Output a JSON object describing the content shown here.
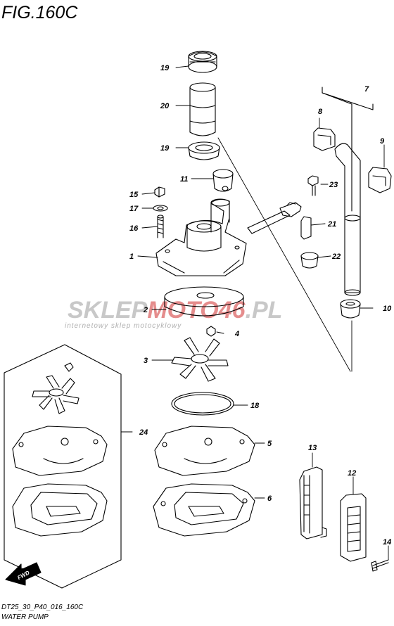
{
  "figure": {
    "title": "FIG.160C",
    "code": "DT25_30_P40_016_160C",
    "caption": "WATER PUMP"
  },
  "watermark": {
    "brand_part1": "SKLEP",
    "brand_part2": "MOTO",
    "brand_part3": "46",
    "brand_part4": ".PL",
    "tagline": "internetowy sklep motocyklowy",
    "primary_color": "#c8c8c8",
    "accent_color": "#e58d8d"
  },
  "direction_marker": {
    "label": "FWD"
  },
  "callouts": {
    "c1": "1",
    "c2": "2",
    "c3": "3",
    "c4": "4",
    "c5": "5",
    "c6": "6",
    "c7": "7",
    "c8": "8",
    "c9": "9",
    "c10": "10",
    "c11": "11",
    "c12": "12",
    "c13": "13",
    "c14": "14",
    "c15": "15",
    "c16": "16",
    "c17": "17",
    "c18": "18",
    "c19a": "19",
    "c19b": "19",
    "c20": "20",
    "c21": "21",
    "c22": "22",
    "c23": "23",
    "c24": "24"
  }
}
